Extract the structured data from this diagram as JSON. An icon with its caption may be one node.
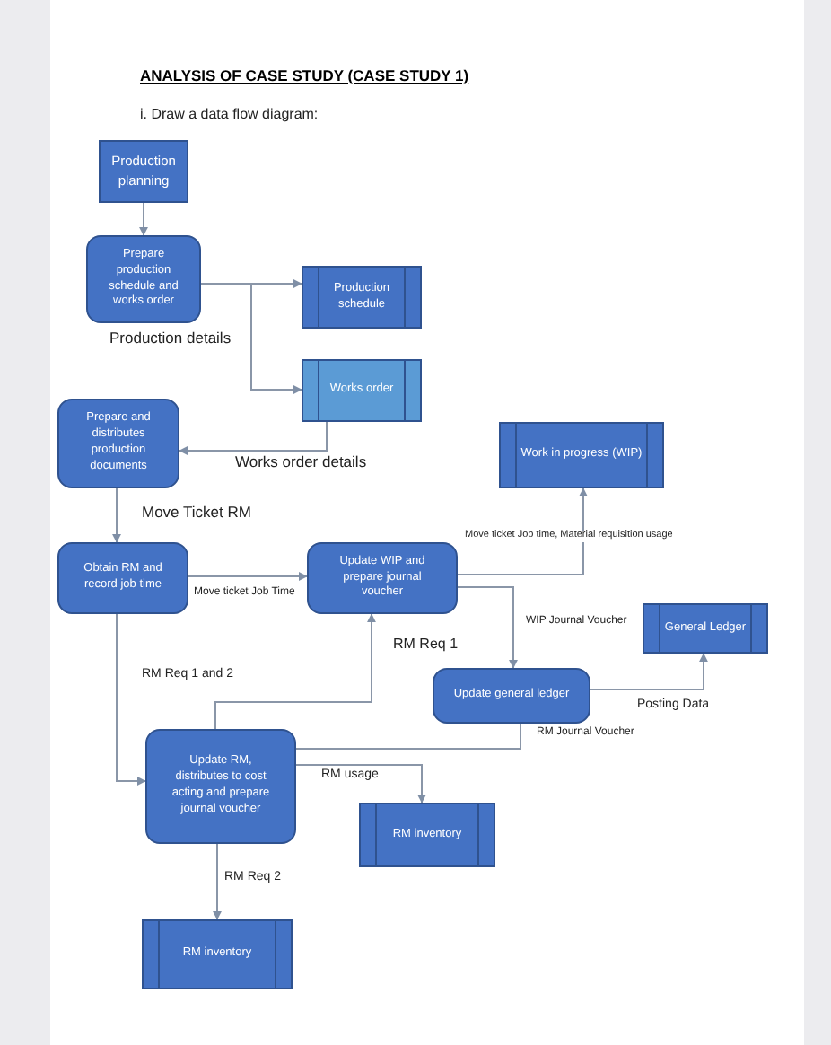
{
  "diagram": {
    "title": "ANALYSIS OF CASE STUDY (CASE STUDY 1)",
    "nodes": [
      {
        "text": [
          "Production planning"
        ]
      },
      {
        "text": [
          "Prepare production schedule and works order"
        ]
      },
      {
        "text": [
          "Production schedule"
        ]
      },
      {
        "text": [
          "Works order"
        ]
      },
      {
        "text": [
          "Prepare and distributes production documents"
        ]
      },
      {
        "text": [
          "Work in progress (WIP)"
        ]
      },
      {
        "text": [
          "Obtain RM and record job time"
        ]
      },
      {
        "text": [
          "Update WIP and prepare journal voucher"
        ]
      },
      {
        "text": [
          "General Ledger"
        ]
      },
      {
        "text": [
          "Update general ledger"
        ]
      },
      {
        "text": [
          "Update RM, distributes to cost acting and prepare journal voucher"
        ]
      },
      {
        "text": [
          "RM inventory"
        ]
      },
      {
        "text": [
          "RM inventory"
        ]
      }
    ],
    "edges": [
      {
        "from": 0,
        "to": 1,
        "arrow": "to"
      },
      {
        "from": 1,
        "to": 2,
        "arrow": "to"
      },
      {
        "from": 1,
        "to": 3,
        "arrow": "to",
        "label": "Production details"
      },
      {
        "from": 3,
        "to": 4,
        "arrow": "to",
        "label": "Works order details"
      },
      {
        "from": 4,
        "to": 6,
        "arrow": "to",
        "label": "Move Ticket RM"
      },
      {
        "from": 6,
        "to": 7,
        "arrow": "to",
        "label": "Move ticket Job Time"
      },
      {
        "from": 7,
        "to": 5,
        "arrow": "to",
        "label": "Move ticket Job time, Material requisition usage"
      },
      {
        "from": 7,
        "to": 9,
        "arrow": "to",
        "label": "WIP Journal Voucher"
      },
      {
        "from": 9,
        "to": 8,
        "arrow": "to",
        "label": "Posting Data"
      },
      {
        "from": 10,
        "to": 7,
        "arrow": "to",
        "label": "RM Req 1"
      },
      {
        "from": 6,
        "to": 10,
        "arrow": "to",
        "label": "RM Req 1 and 2"
      },
      {
        "from": 10,
        "to": 9,
        "arrow": "none",
        "label": "RM Journal Voucher"
      },
      {
        "from": 10,
        "to": 11,
        "arrow": "to",
        "label": "RM usage"
      },
      {
        "from": 10,
        "to": 12,
        "arrow": "to",
        "label": "RM Req 2"
      }
    ],
    "labels": [
      "i. Draw a data flow diagram:"
    ]
  }
}
